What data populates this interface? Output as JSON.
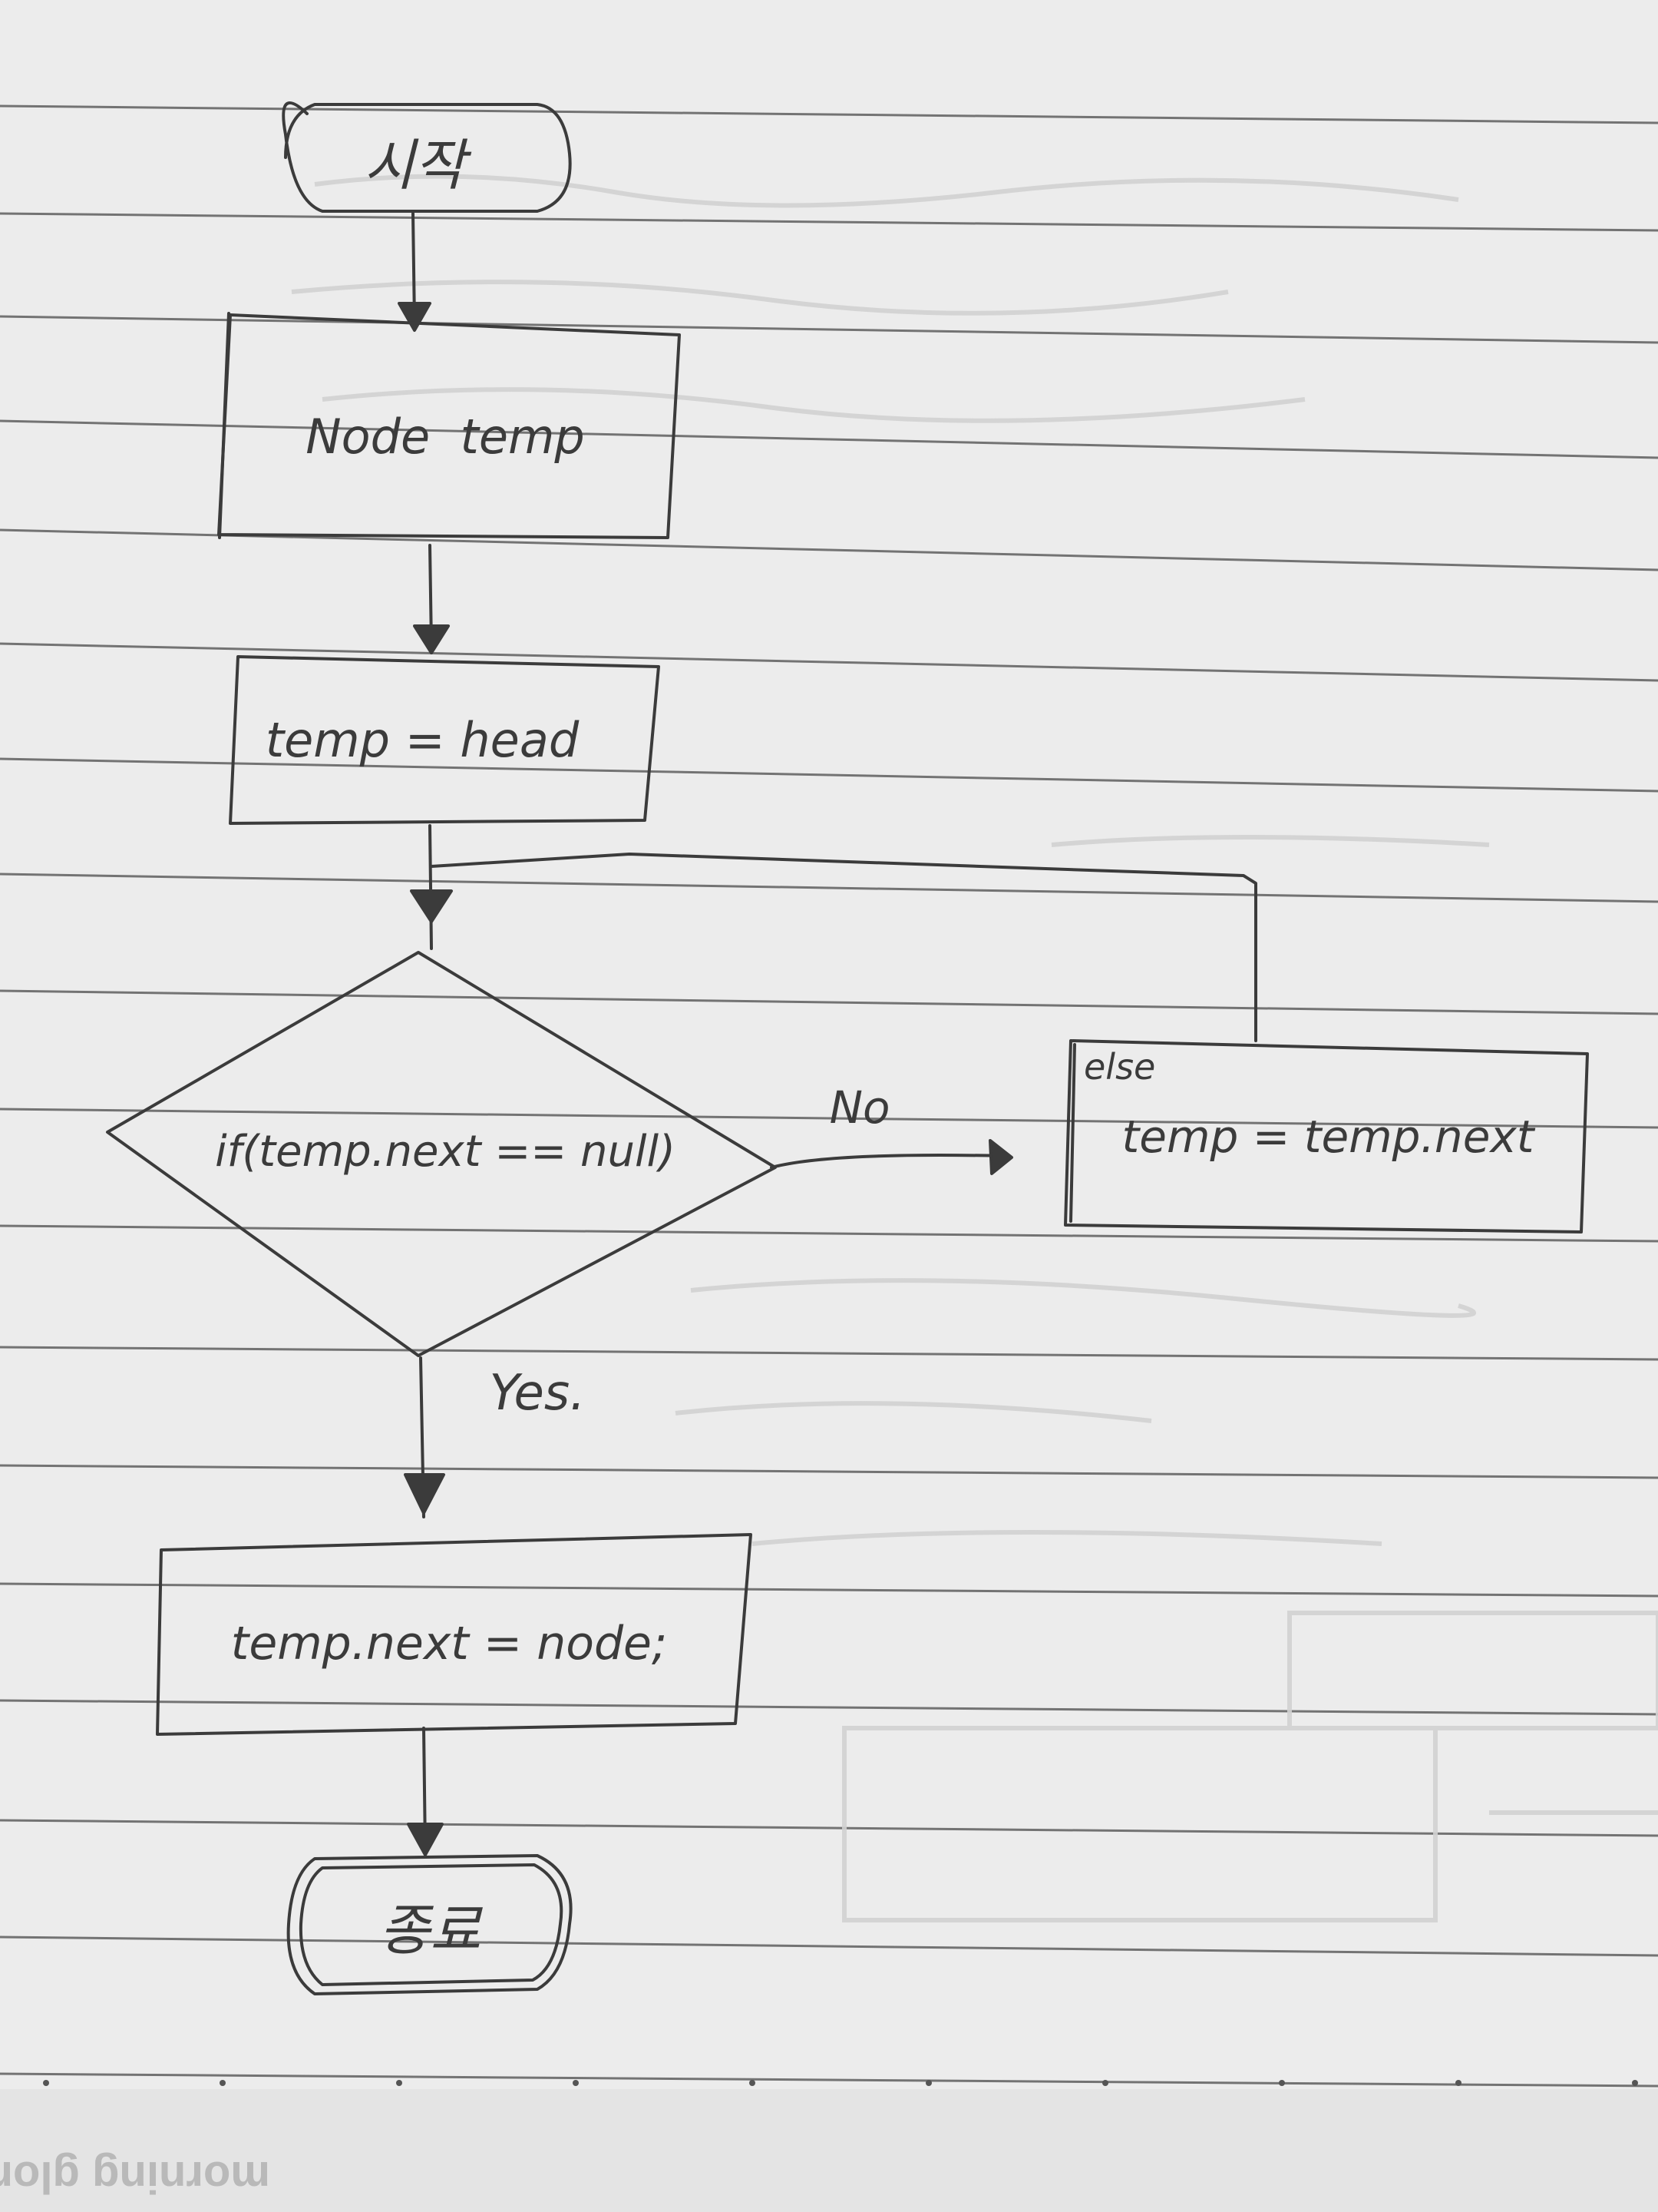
{
  "flowchart": {
    "start_label": "시작",
    "declare_label": "Node  temp",
    "assign_label": "temp = head",
    "condition_label": "if(temp.next == null)",
    "no_label": "No",
    "yes_label": "Yes.",
    "else_tag": "else",
    "else_label": "temp = temp.next",
    "append_label": "temp.next = node;",
    "end_label": "종료"
  },
  "paper": {
    "footer_mirrored": "morning glory"
  },
  "colors": {
    "paper": "#ececec",
    "ruled_line": "#5e5e5e",
    "pencil": "#3b3b3b"
  }
}
